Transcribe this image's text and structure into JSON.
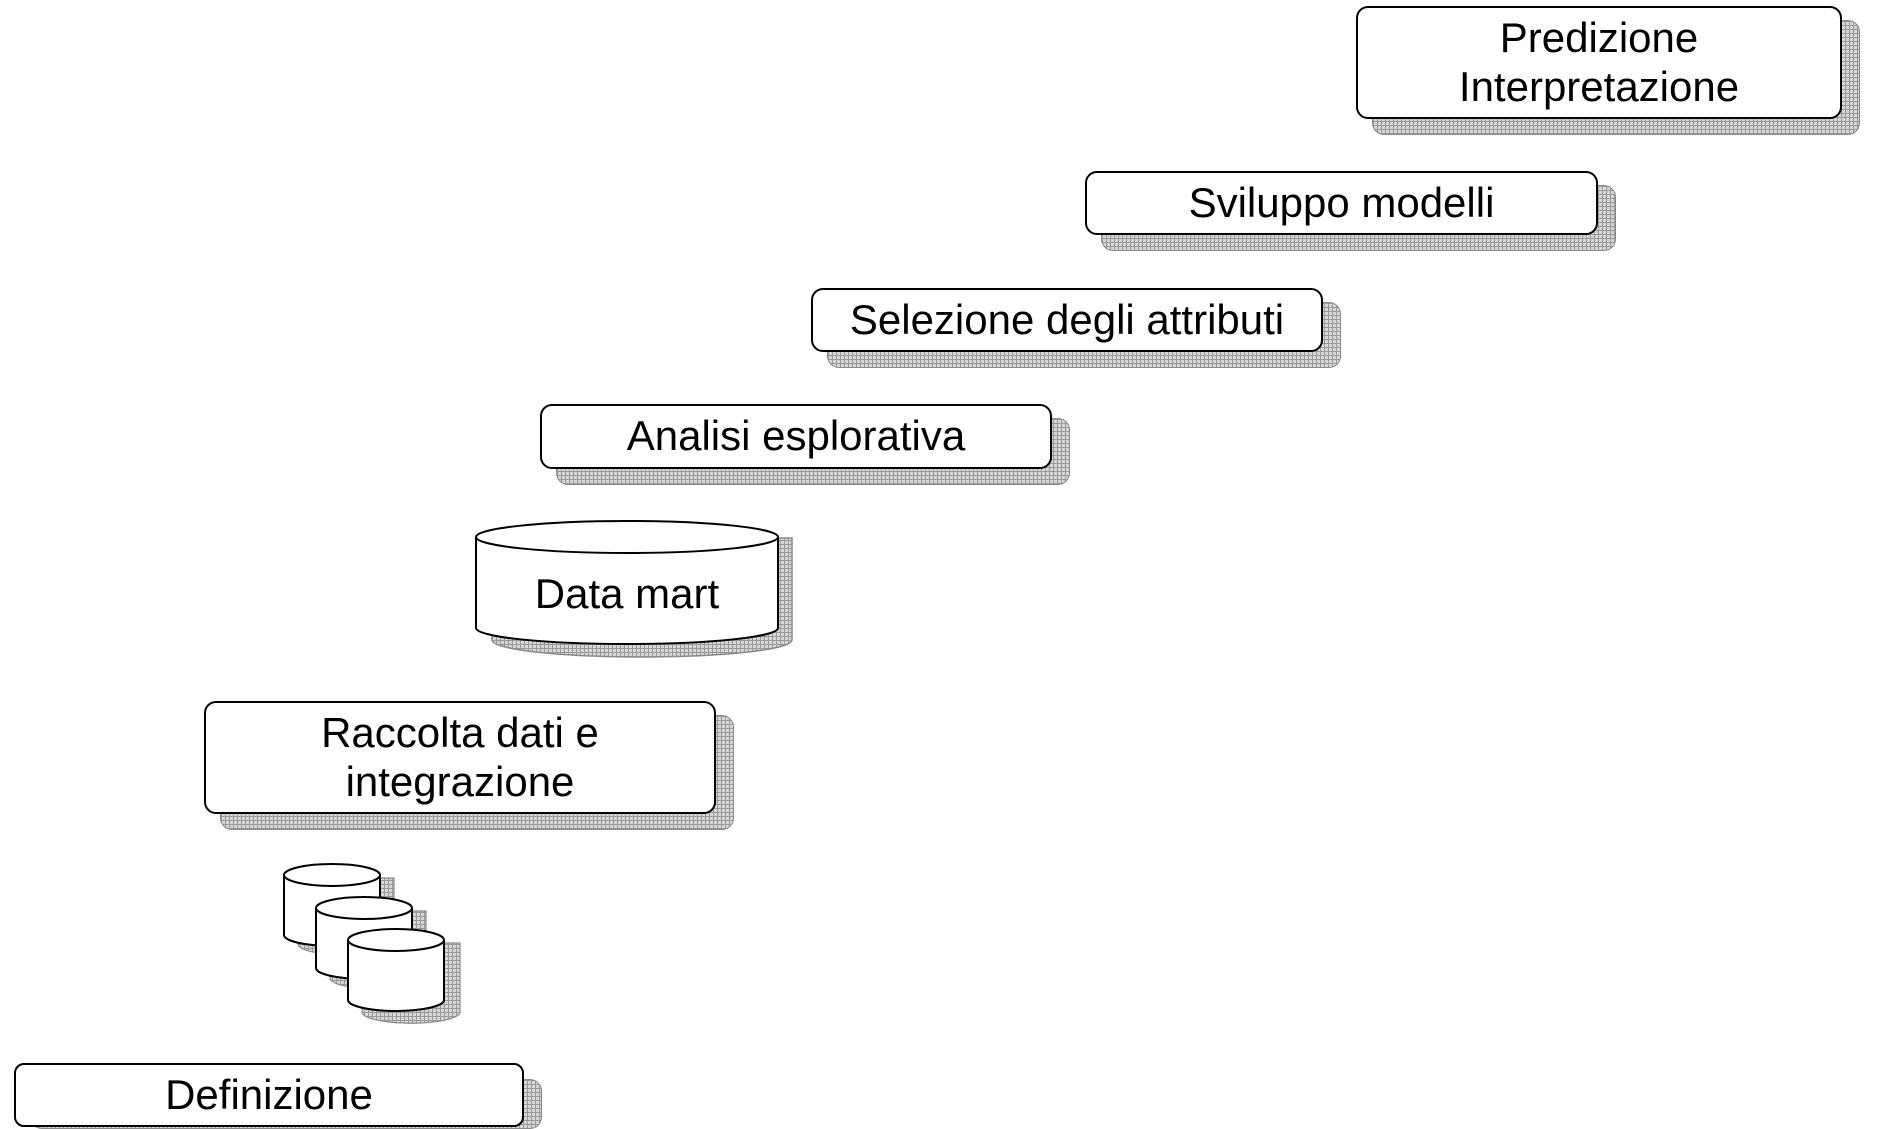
{
  "steps": {
    "definizione": "Definizione",
    "raccolta": {
      "line1": "Raccolta dati e",
      "line2": "integrazione"
    },
    "data_mart": "Data mart",
    "analisi": "Analisi esplorativa",
    "selezione": "Selezione degli attributi",
    "sviluppo": "Sviluppo modelli",
    "predizione": {
      "line1": "Predizione",
      "line2": "Interpretazione"
    }
  },
  "colors": {
    "stroke": "#000000",
    "fill": "#ffffff",
    "shadow": "#d6d6d6"
  }
}
